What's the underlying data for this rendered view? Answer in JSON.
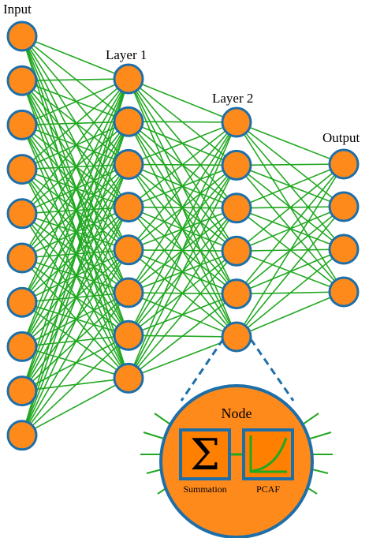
{
  "labels": {
    "input": "Input",
    "layer1": "Layer 1",
    "layer2": "Layer 2",
    "output": "Output"
  },
  "network": {
    "layer_sizes": [
      10,
      8,
      6,
      4
    ]
  },
  "node_detail": {
    "title": "Node",
    "summation_label": "Summation",
    "activation_label": "PCAF",
    "summation_symbol": "Σ",
    "summation_icon": "sigma-icon",
    "activation_icon": "activation-curve-icon"
  },
  "colors": {
    "node_fill": "#FF8A1C",
    "node_stroke": "#1E6FA8",
    "edge": "#21A821",
    "box_fill": "#FF7F00",
    "dashed": "#1E6FA8"
  }
}
